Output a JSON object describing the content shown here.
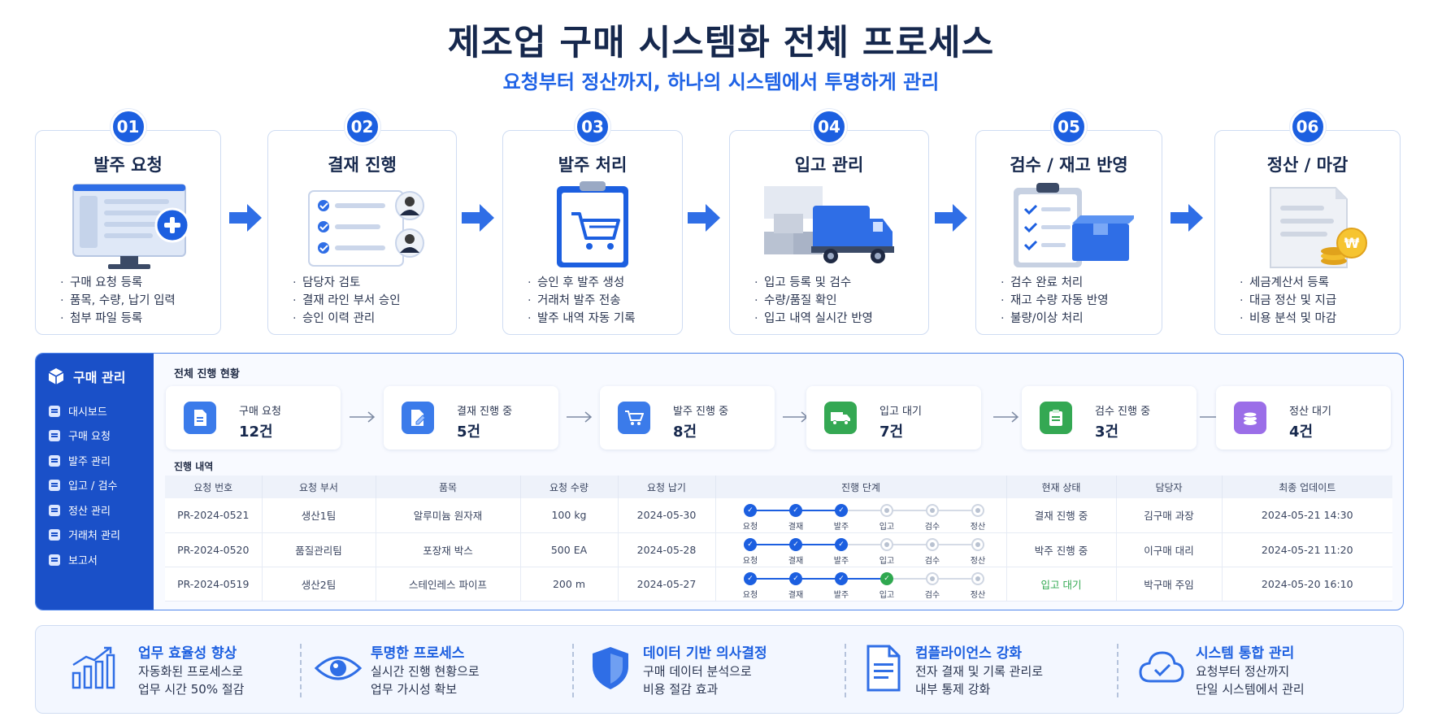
{
  "header": {
    "title": "제조업 구매 시스템화 전체 프로세스",
    "subtitle": "요청부터 정산까지, 하나의 시스템에서 투명하게 관리"
  },
  "steps": [
    {
      "num": "01",
      "title": "발주 요청",
      "icon": "monitor-add-icon",
      "items": [
        "구매 요청 등록",
        "품목, 수량, 납기 입력",
        "첨부 파일 등록"
      ]
    },
    {
      "num": "02",
      "title": "결재 진행",
      "icon": "approval-checklist-icon",
      "items": [
        "담당자 검토",
        "결재 라인 부서 승인",
        "승인 이력 관리"
      ]
    },
    {
      "num": "03",
      "title": "발주 처리",
      "icon": "cart-clipboard-icon",
      "items": [
        "승인 후 발주 생성",
        "거래처 발주 전송",
        "발주 내역 자동 기록"
      ]
    },
    {
      "num": "04",
      "title": "입고 관리",
      "icon": "delivery-truck-icon",
      "items": [
        "입고 등록 및 검수",
        "수량/품질 확인",
        "입고 내역 실시간 반영"
      ]
    },
    {
      "num": "05",
      "title": "검수 / 재고 반영",
      "icon": "inspection-clipboard-icon",
      "items": [
        "검수 완료 처리",
        "재고 수량 자동 반영",
        "불량/이상 처리"
      ]
    },
    {
      "num": "06",
      "title": "정산 / 마감",
      "icon": "invoice-coin-icon",
      "items": [
        "세금계산서 등록",
        "대금 정산 및 지급",
        "비용 분석 및 마감"
      ]
    }
  ],
  "sidebar": {
    "title": "구매 관리",
    "items": [
      "대시보드",
      "구매 요청",
      "발주 관리",
      "입고 / 검수",
      "정산 관리",
      "거래처 관리",
      "보고서"
    ]
  },
  "overview": {
    "title": "전체 진행 현황",
    "cards": [
      {
        "label": "구매 요청",
        "value": "12건",
        "icon": "document-icon",
        "color": "#3b7bea"
      },
      {
        "label": "결재 진행 중",
        "value": "5건",
        "icon": "document-edit-icon",
        "color": "#3b7bea"
      },
      {
        "label": "발주 진행 중",
        "value": "8건",
        "icon": "cart-icon",
        "color": "#3b7bea"
      },
      {
        "label": "입고 대기",
        "value": "7건",
        "icon": "truck-icon",
        "color": "#34a853"
      },
      {
        "label": "검수 진행 중",
        "value": "3건",
        "icon": "clipboard-icon",
        "color": "#34a853"
      },
      {
        "label": "정산 대기",
        "value": "4건",
        "icon": "coins-icon",
        "color": "#9b6ee8"
      }
    ]
  },
  "history": {
    "title": "진행 내역",
    "columns": [
      "요청 번호",
      "요청 부서",
      "품목",
      "요청 수량",
      "요청 납기",
      "진행 단계",
      "현재 상태",
      "담당자",
      "최종 업데이트"
    ],
    "stage_labels": [
      "요청",
      "결재",
      "발주",
      "입고",
      "검수",
      "정산"
    ],
    "rows": [
      {
        "id": "PR-2024-0521",
        "dept": "생산1팀",
        "item": "알루미늄 원자재",
        "qty": "100 kg",
        "due": "2024-05-30",
        "stages": [
          "done",
          "done",
          "done",
          "todo",
          "todo",
          "todo"
        ],
        "status": "결재 진행 중",
        "owner": "김구매 과장",
        "updated": "2024-05-21 14:30"
      },
      {
        "id": "PR-2024-0520",
        "dept": "품질관리팀",
        "item": "포장재 박스",
        "qty": "500 EA",
        "due": "2024-05-28",
        "stages": [
          "done",
          "done",
          "done",
          "todo",
          "todo",
          "todo"
        ],
        "status": "박주 진행 중",
        "owner": "이구매 대리",
        "updated": "2024-05-21 11:20"
      },
      {
        "id": "PR-2024-0519",
        "dept": "생산2팀",
        "item": "스테인레스 파이프",
        "qty": "200 m",
        "due": "2024-05-27",
        "stages": [
          "done",
          "done",
          "done",
          "ok",
          "todo",
          "todo"
        ],
        "status": "입고 대기",
        "status_color": "#2fa84f",
        "owner": "박구매 주임",
        "updated": "2024-05-20 16:10"
      }
    ]
  },
  "benefits": [
    {
      "title": "업무 효율성 향상",
      "lines": [
        "자동화된 프로세스로",
        "업무 시간 50% 절감"
      ],
      "icon": "bar-chart-growth-icon"
    },
    {
      "title": "투명한 프로세스",
      "lines": [
        "실시간 진행 현황으로",
        "업무 가시성 확보"
      ],
      "icon": "eye-icon"
    },
    {
      "title": "데이터 기반 의사결정",
      "lines": [
        "구매 데이터 분석으로",
        "비용 절감 효과"
      ],
      "icon": "shield-icon"
    },
    {
      "title": "컴플라이언스 강화",
      "lines": [
        "전자 결재 및 기록 관리로",
        "내부 통제 강화"
      ],
      "icon": "document-icon"
    },
    {
      "title": "시스템 통합 관리",
      "lines": [
        "요청부터 정산까지",
        "단일 시스템에서 관리"
      ],
      "icon": "cloud-check-icon"
    }
  ],
  "colors": {
    "primary": "#1c5fe0",
    "navy": "#16284d",
    "sidebar": "#1a50c8",
    "success": "#2fa84f"
  }
}
